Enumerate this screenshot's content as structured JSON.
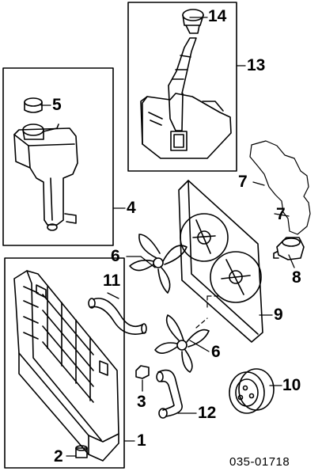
{
  "callouts": {
    "c1": "1",
    "c2": "2",
    "c3": "3",
    "c4": "4",
    "c5": "5",
    "c6a": "6",
    "c6b": "6",
    "c7a": "7",
    "c7b": "7",
    "c8": "8",
    "c9": "9",
    "c10": "10",
    "c11": "11",
    "c12": "12",
    "c13": "13",
    "c14": "14"
  },
  "reference_code": "035-01718"
}
